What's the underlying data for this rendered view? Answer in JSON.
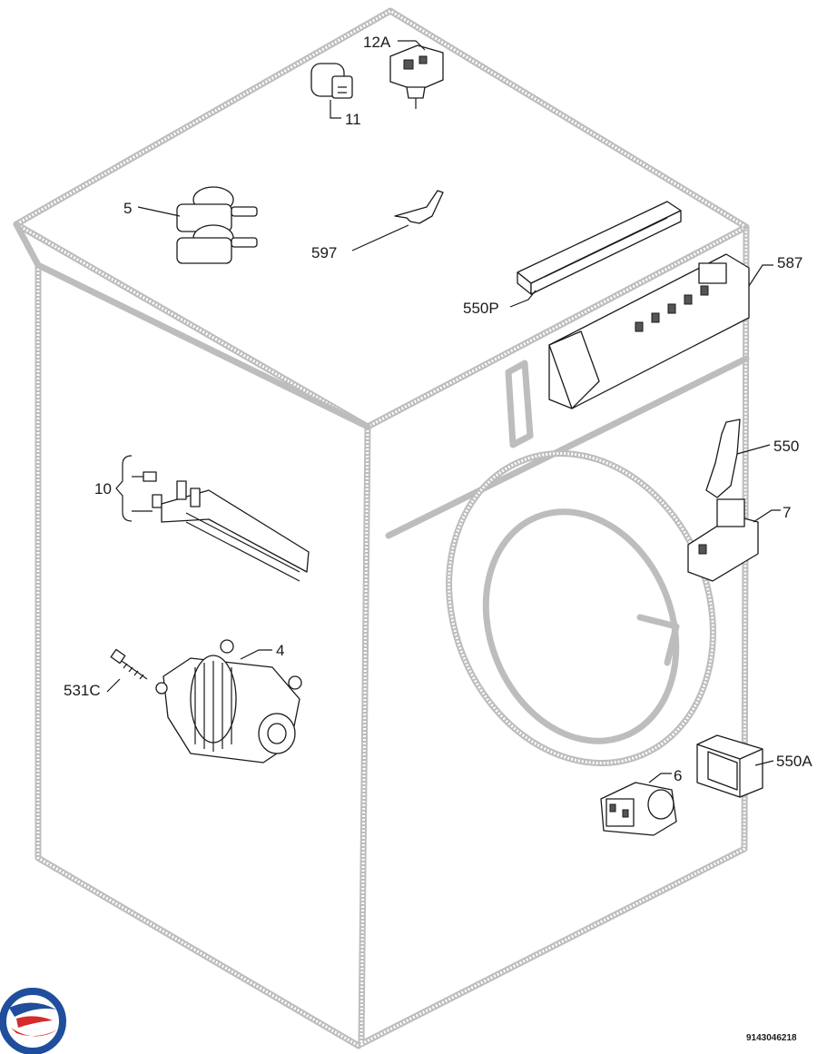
{
  "labels": {
    "p12a": "12A",
    "p11": "11",
    "p5": "5",
    "p597": "597",
    "p587": "587",
    "p550p": "550P",
    "p10": "10",
    "p550": "550",
    "p7": "7",
    "p4": "4",
    "p531c": "531C",
    "p6": "6",
    "p550a": "550A"
  },
  "drawing_number": "9143046218",
  "colors": {
    "outline_hatch": "#bdbdbd",
    "ink": "#1a1a1a",
    "logo_blue": "#1f4e9c",
    "logo_red": "#d52b2b"
  },
  "icons": {
    "logo": "brand-swirl-logo"
  }
}
